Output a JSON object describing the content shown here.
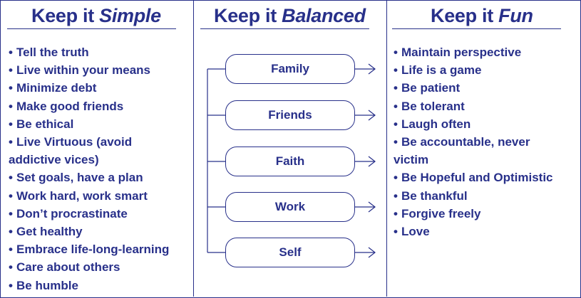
{
  "columns": {
    "simple": {
      "heading_prefix": "Keep it ",
      "heading_emphasis": "Simple",
      "items": [
        [
          "Tell the truth"
        ],
        [
          "Live within your means"
        ],
        [
          "Minimize debt"
        ],
        [
          "Make good friends"
        ],
        [
          "Be ethical"
        ],
        [
          "Live Virtuous (avoid",
          "addictive vices)"
        ],
        [
          "Set goals, have a plan"
        ],
        [
          "Work hard, work smart"
        ],
        [
          "Don’t procrastinate"
        ],
        [
          "Get healthy"
        ],
        [
          "Embrace life-long-learning"
        ],
        [
          "Care about others"
        ],
        [
          "Be humble"
        ]
      ]
    },
    "balanced": {
      "heading_prefix": "Keep it ",
      "heading_emphasis": "Balanced",
      "boxes": [
        "Family",
        "Friends",
        "Faith",
        "Work",
        "Self"
      ]
    },
    "fun": {
      "heading_prefix": "Keep it ",
      "heading_emphasis": "Fun",
      "items": [
        [
          "Maintain perspective"
        ],
        [
          "Life is a game"
        ],
        [
          "Be patient"
        ],
        [
          "Be tolerant"
        ],
        [
          "Laugh often"
        ],
        [
          "Be accountable, never",
          "victim"
        ],
        [
          "Be Hopeful and Optimistic"
        ],
        [
          "Be thankful"
        ],
        [
          "Forgive freely"
        ],
        [
          "Love"
        ]
      ]
    }
  },
  "bullet": "•",
  "colors": {
    "ink": "#28308a",
    "background": "#ffffff"
  }
}
